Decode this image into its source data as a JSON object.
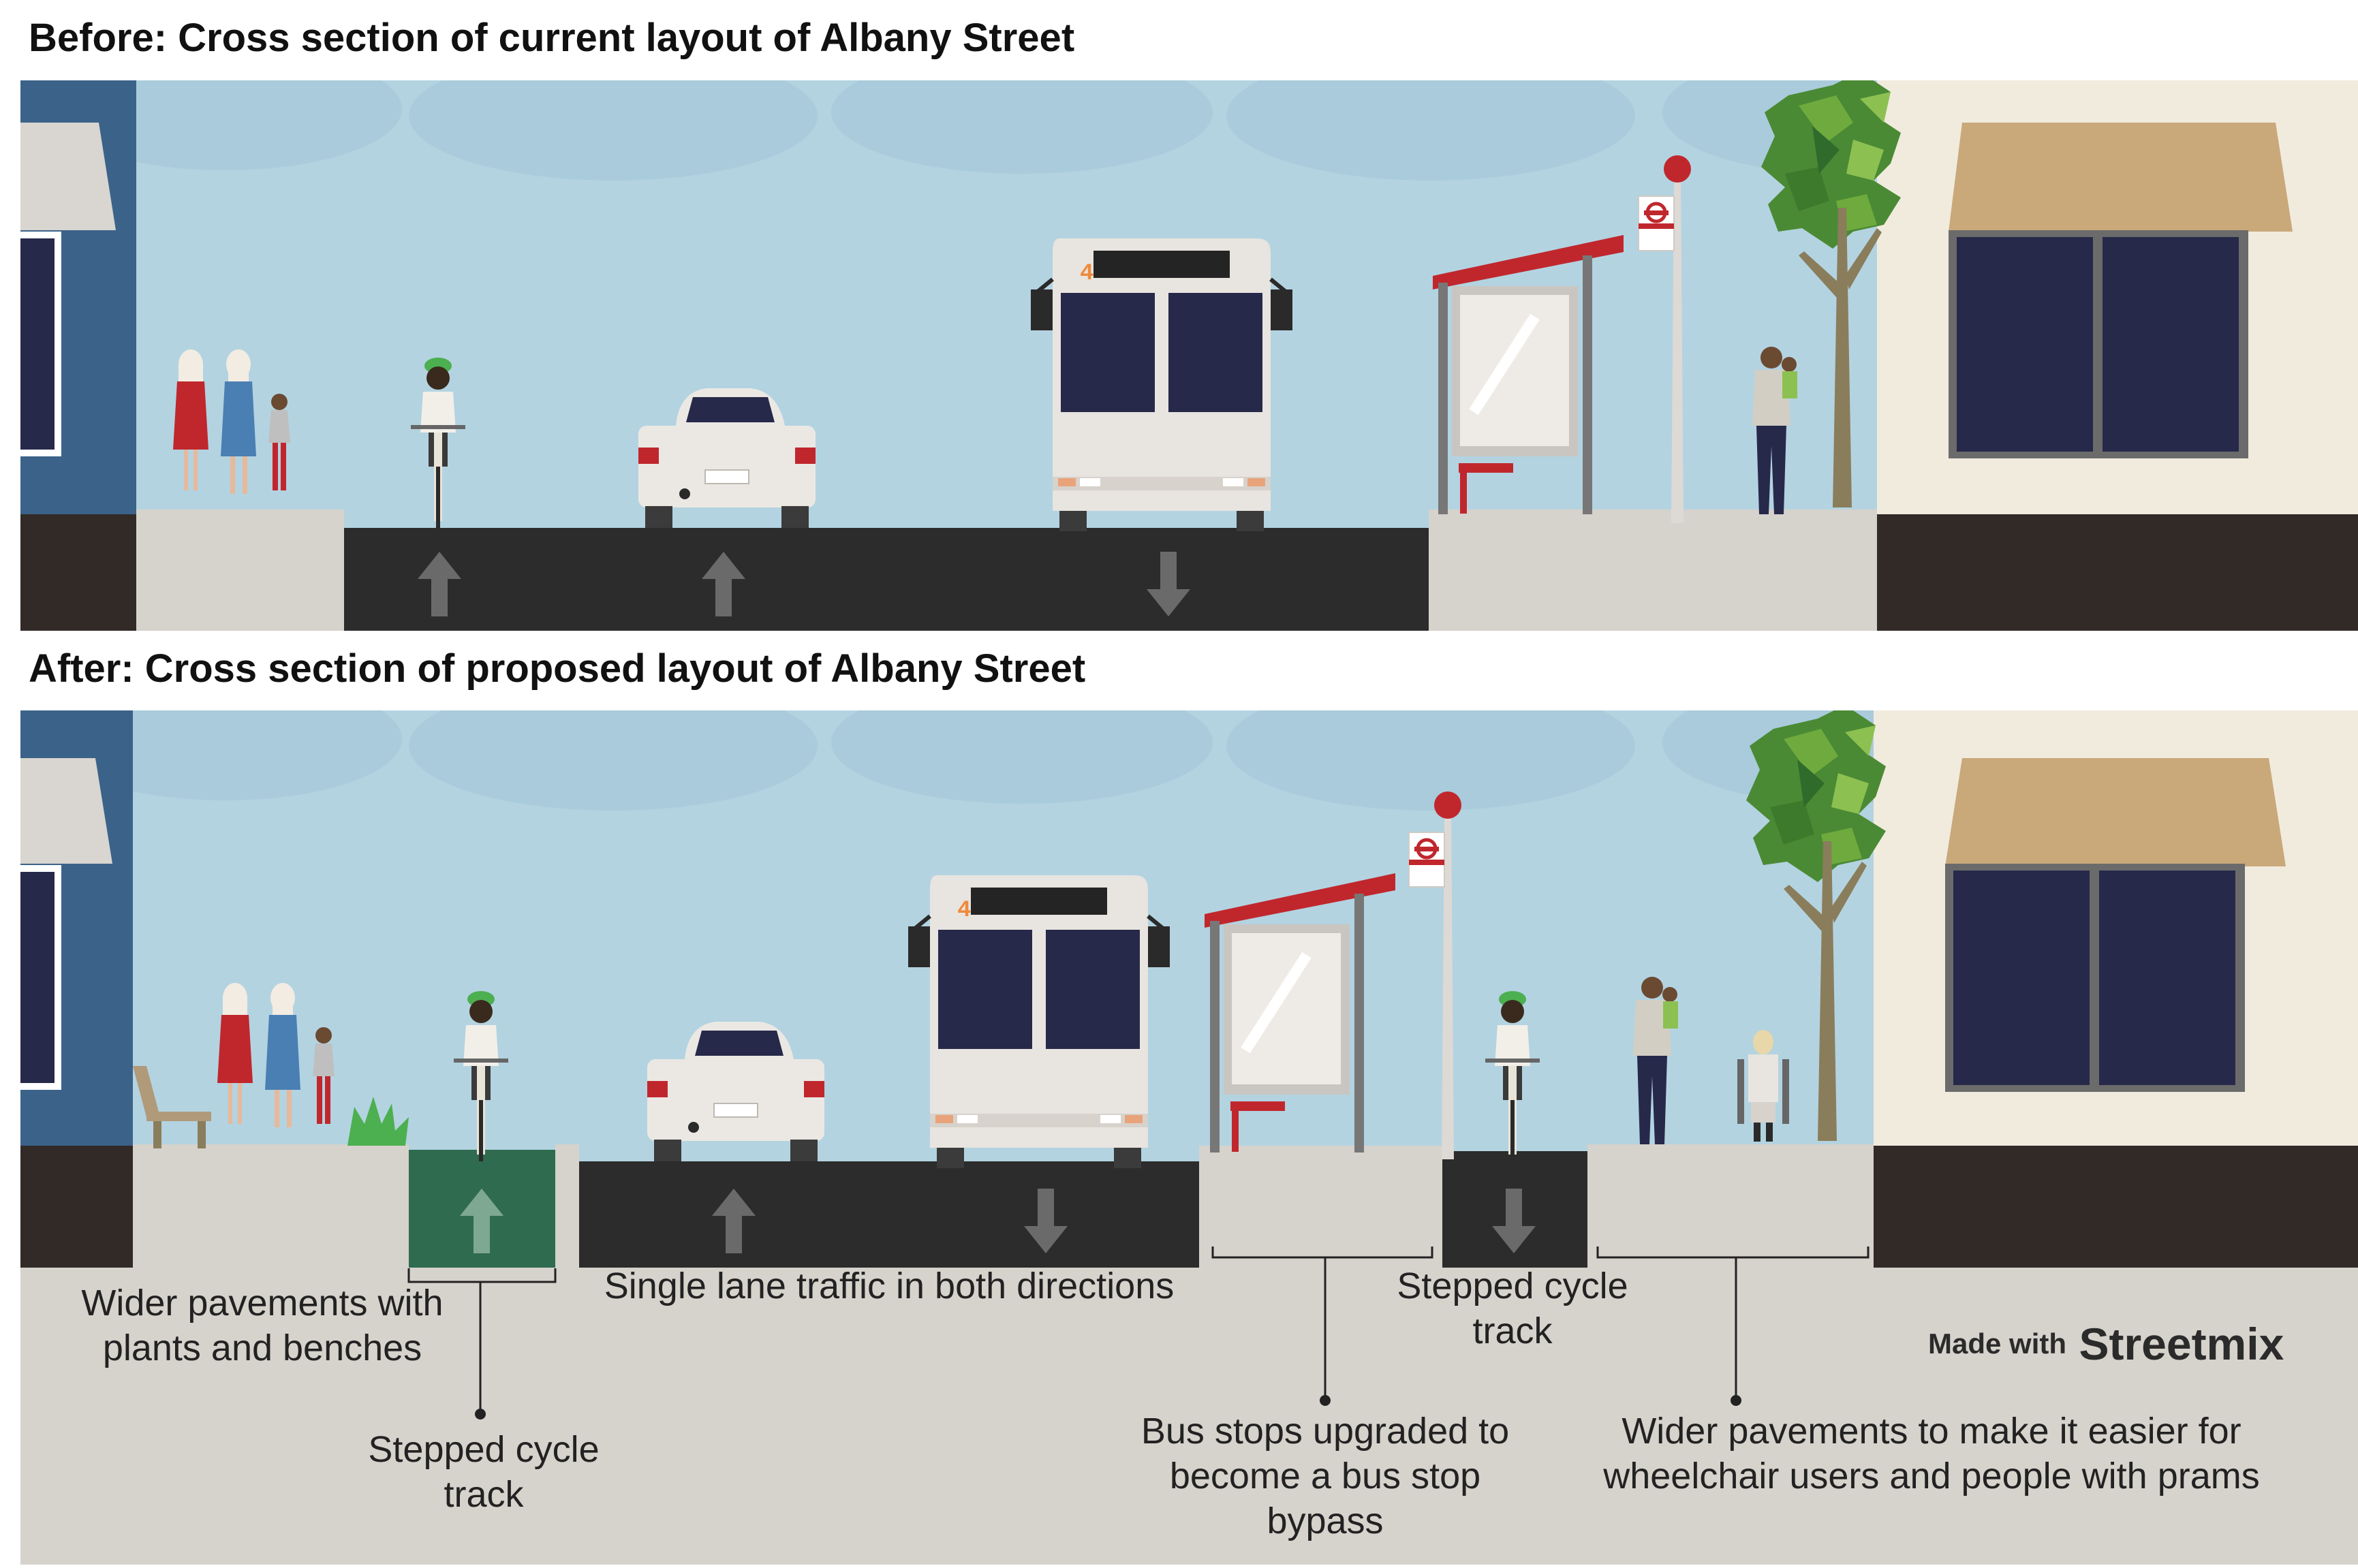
{
  "before": {
    "title": "Before: Cross section of current layout of Albany Street",
    "bus_number": "4"
  },
  "after": {
    "title": "After: Cross section of proposed layout of Albany Street",
    "bus_number": "4"
  },
  "annotations": {
    "wider_pavements_plants": "Wider pavements with plants and benches",
    "stepped_cycle_left": "Stepped cycle track",
    "single_lane": "Single lane traffic in both directions",
    "stepped_cycle_right": "Stepped cycle track",
    "bus_stop_bypass": "Bus stops upgraded to become a bus stop bypass",
    "wider_pavements_wheelchair": "Wider pavements to make it easier for wheelchair users and people with prams"
  },
  "branding": {
    "prefix": "Made with",
    "name": "Streetmix"
  },
  "colors": {
    "sky": "#b3d3e1",
    "road": "#2b2c2b",
    "pavement": "#d6d2cc",
    "cycle_track": "#2f6b4f",
    "left_building": "#3b6389",
    "right_building": "#f1ebde",
    "bus_stop_red": "#c0272d"
  }
}
